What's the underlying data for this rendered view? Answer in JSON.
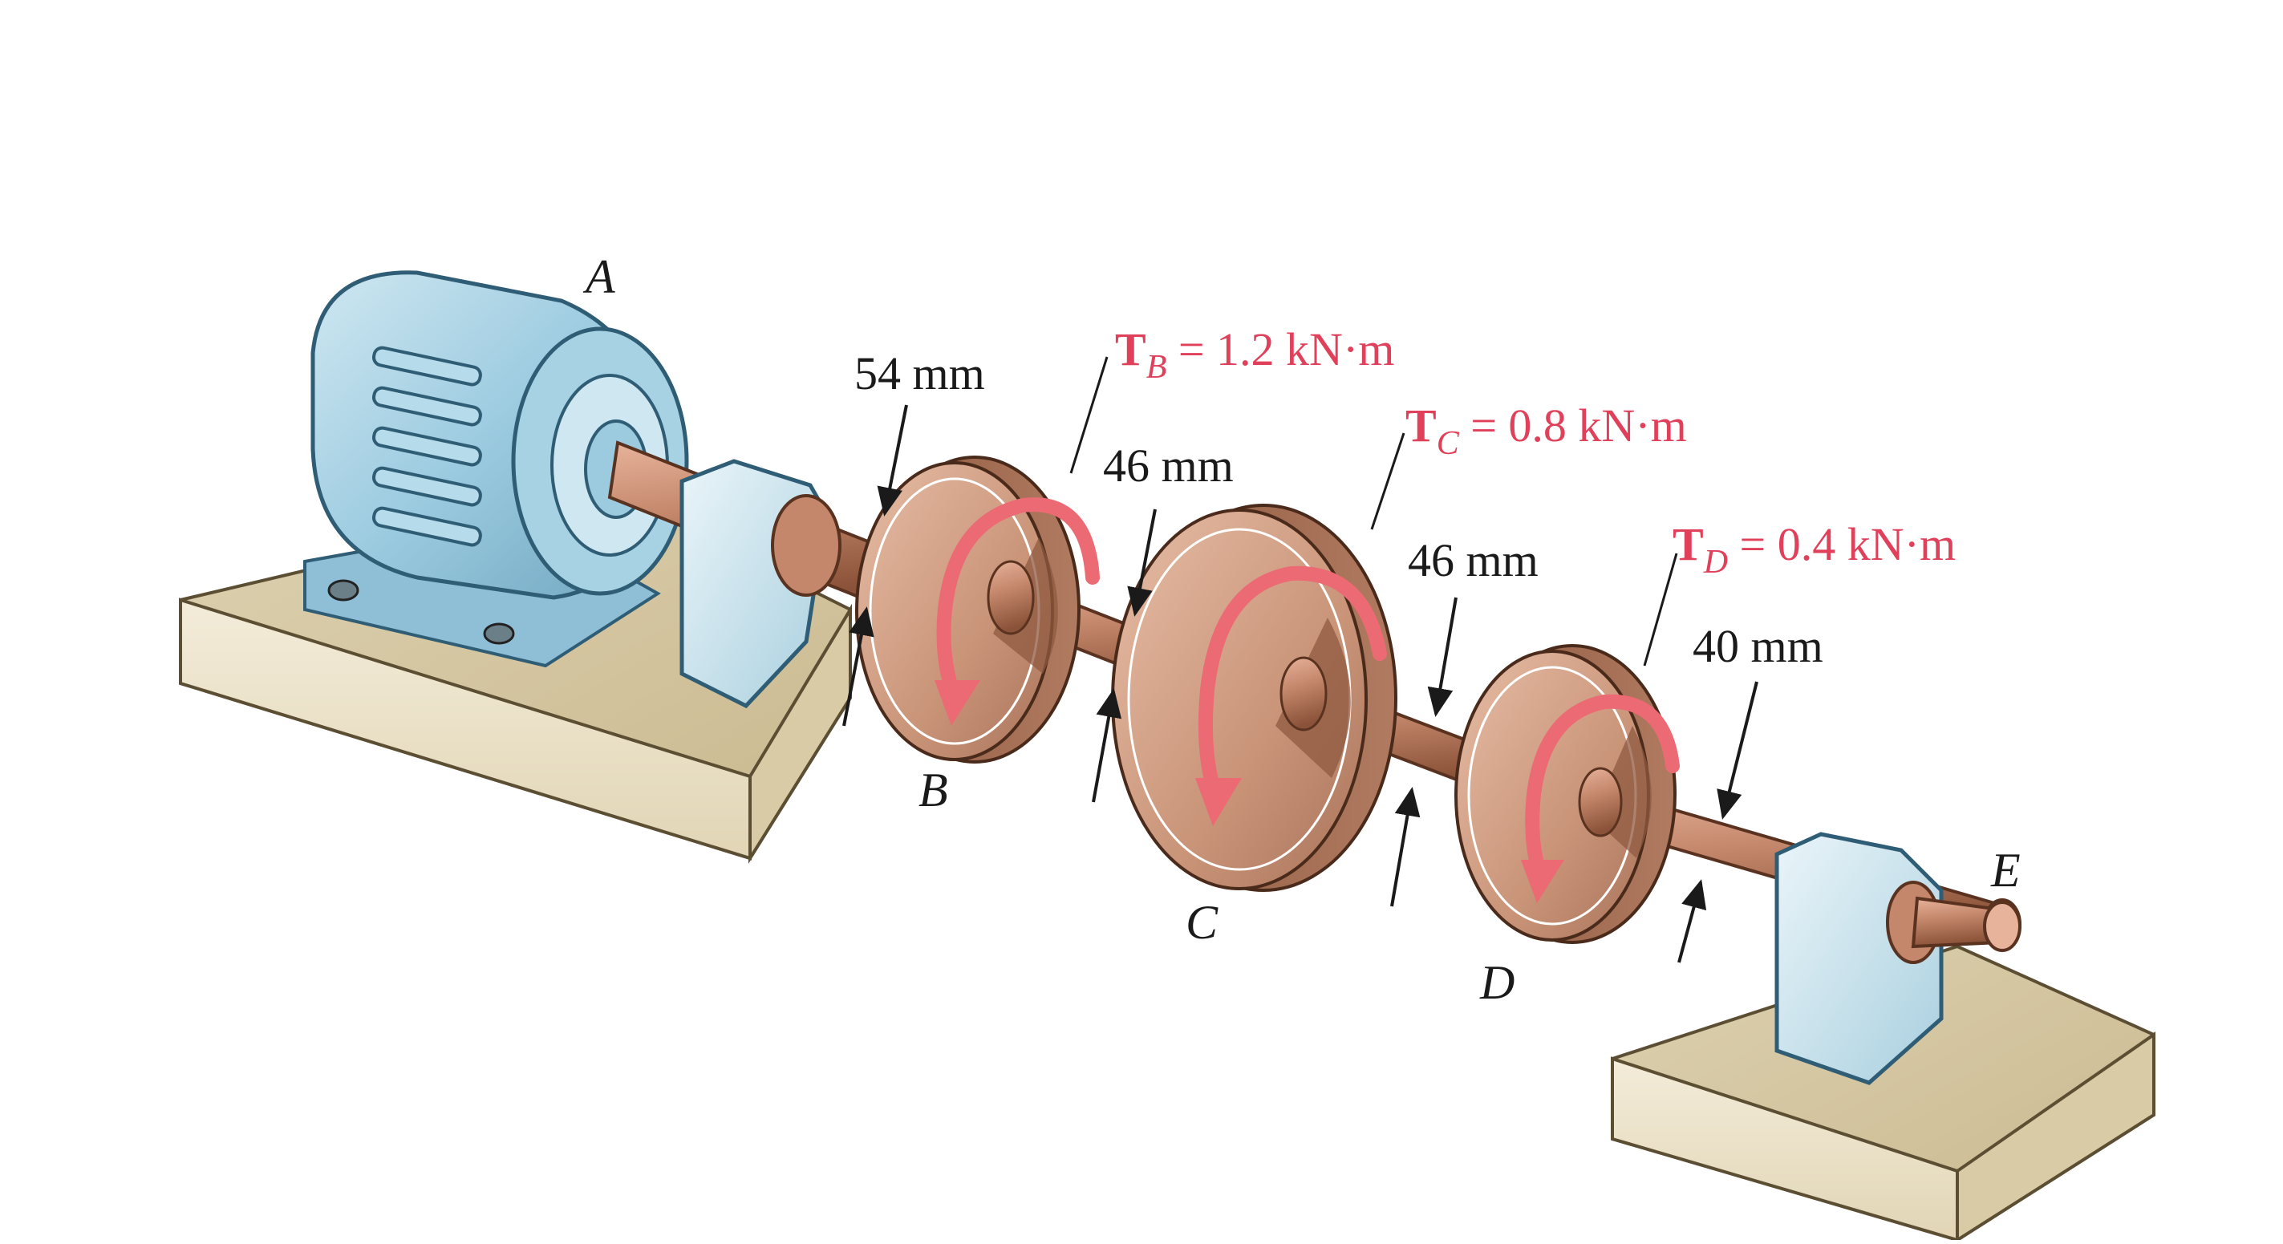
{
  "labels": {
    "motor": "A",
    "gear_b": "B",
    "gear_c": "C",
    "gear_d": "D",
    "end": "E"
  },
  "dimensions": {
    "ab": "54 mm",
    "bc": "46 mm",
    "cd": "46 mm",
    "de": "40 mm"
  },
  "torques": {
    "b": {
      "symbol": "T",
      "sub": "B",
      "value": " = 1.2 kN·m"
    },
    "c": {
      "symbol": "T",
      "sub": "C",
      "value": " = 0.8 kN·m"
    },
    "d": {
      "symbol": "T",
      "sub": "D",
      "value": " = 0.4 kN·m"
    }
  },
  "colors": {
    "torque": "#e0405a",
    "motor": "#9ccbe0",
    "bearing": "#c9e4ee",
    "base": "#e6dcc1",
    "shaft": "#c4876b",
    "gear": "#c99478"
  }
}
